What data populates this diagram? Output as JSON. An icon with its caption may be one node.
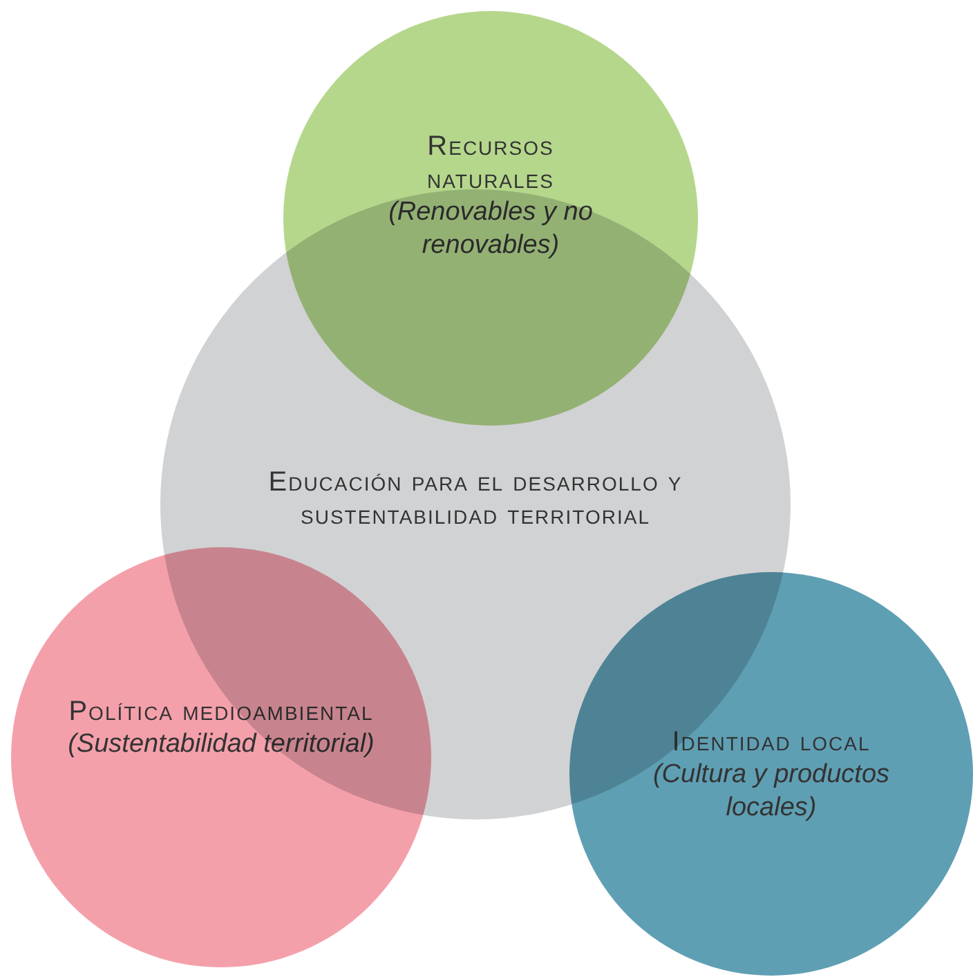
{
  "diagram": {
    "nodes": [
      {
        "text": [
          "Educación para el desarrollo y sustentabilidad territorial"
        ]
      },
      {
        "text": [
          "Recursos naturales",
          "(Renovables y no renovables)"
        ]
      },
      {
        "text": [
          "Política medioambiental",
          "(Sustentabilidad territorial)"
        ]
      },
      {
        "text": [
          "Identidad local",
          "(Cultura y productos locales)"
        ]
      }
    ]
  }
}
